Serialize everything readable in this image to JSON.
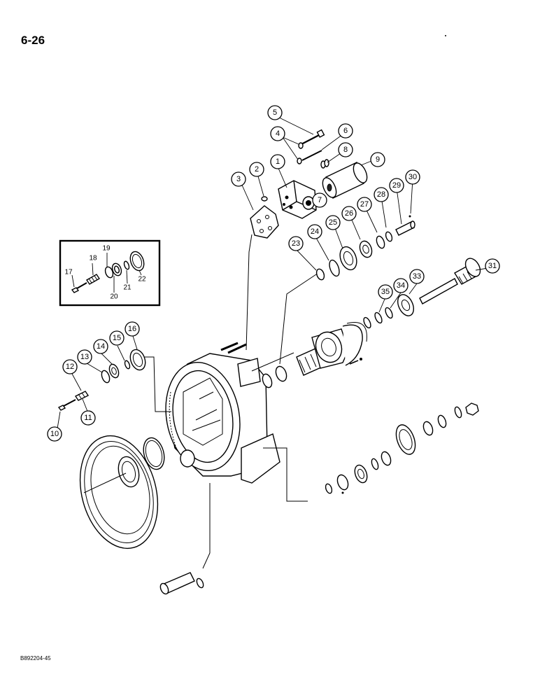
{
  "page": {
    "number": "6-26",
    "figure_code": "B892204-45"
  },
  "callouts": {
    "c1": "1",
    "c2": "2",
    "c3": "3",
    "c4": "4",
    "c5": "5",
    "c6": "6",
    "c7": "7",
    "c8": "8",
    "c9": "9",
    "c10": "10",
    "c11": "11",
    "c12": "12",
    "c13": "13",
    "c14": "14",
    "c15": "15",
    "c16": "16",
    "c17": "17",
    "c18": "18",
    "c19": "19",
    "c20": "20",
    "c21": "21",
    "c22": "22",
    "c23": "23",
    "c24": "24",
    "c25": "25",
    "c26": "26",
    "c27": "27",
    "c28": "28",
    "c29": "29",
    "c30": "30",
    "c31": "31",
    "c33": "33",
    "c34": "34",
    "c35": "35"
  }
}
